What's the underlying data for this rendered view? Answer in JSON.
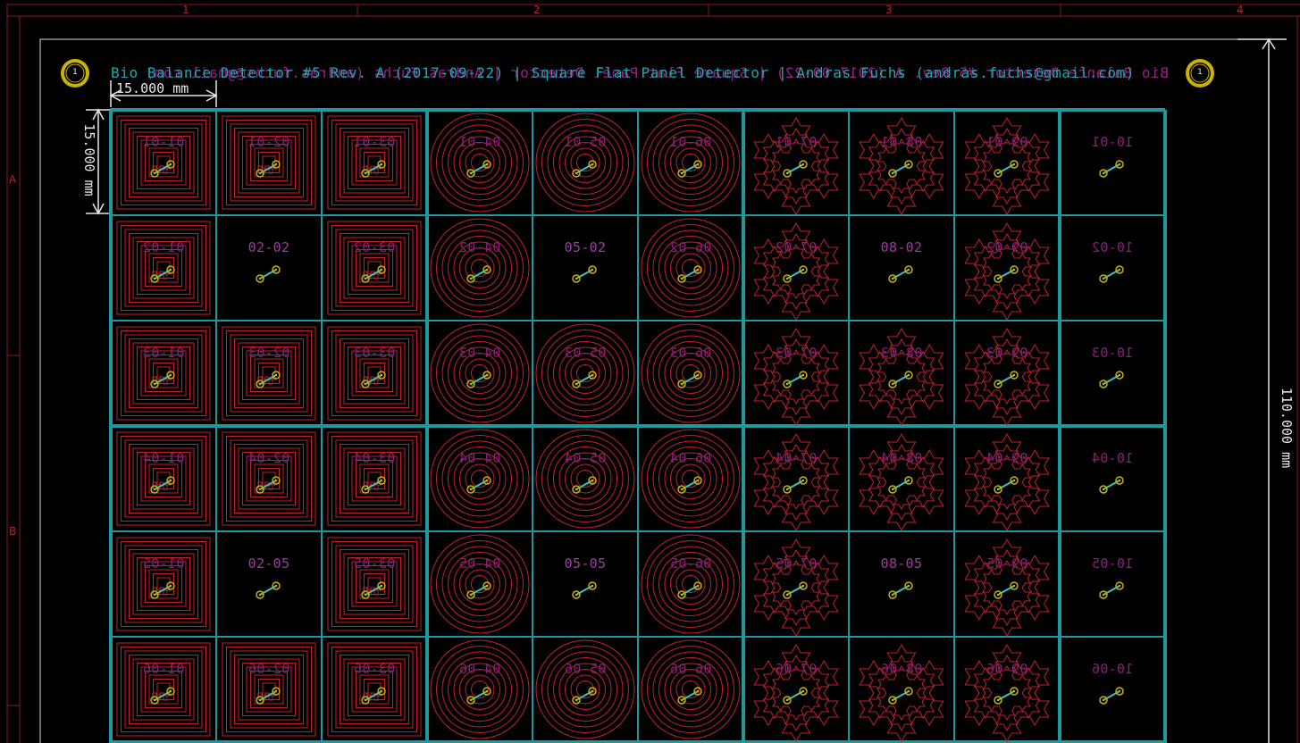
{
  "frame": {
    "columns": [
      "1",
      "2",
      "3",
      "4"
    ],
    "rows": [
      "A",
      "B"
    ]
  },
  "board": {
    "title": "Bio Balance Detector #5 Rev. A (2017-09-22) | Square Flat Panel Detector | Andras Fuchs (andras.fuchs@gmail.com)",
    "back_title": "Bio Balance Detector #5 Rev. A (2017-09-22) | Square Flat Panel Detector | Andras Fuchs (andras.fuchs@gmail.com)",
    "mounting_hole_label": "1",
    "dimension_pad": "15.000 mm",
    "dimension_height": "110.000 mm"
  },
  "grid": {
    "columns": 10,
    "rows": 6,
    "cells": [
      {
        "label": "01-01",
        "pattern": "square",
        "mirror": true
      },
      {
        "label": "02-01",
        "pattern": "square",
        "mirror": true
      },
      {
        "label": "03-01",
        "pattern": "square",
        "mirror": true
      },
      {
        "label": "04-01",
        "pattern": "circle",
        "mirror": true
      },
      {
        "label": "05-01",
        "pattern": "circle",
        "mirror": true
      },
      {
        "label": "06-01",
        "pattern": "circle",
        "mirror": true
      },
      {
        "label": "07-01",
        "pattern": "fractal",
        "mirror": true
      },
      {
        "label": "08-01",
        "pattern": "fractal",
        "mirror": true
      },
      {
        "label": "09-01",
        "pattern": "fractal",
        "mirror": true
      },
      {
        "label": "10-01",
        "pattern": "none",
        "mirror": true
      },
      {
        "label": "01-02",
        "pattern": "square",
        "mirror": true
      },
      {
        "label": "02-02",
        "pattern": "none",
        "mirror": false
      },
      {
        "label": "03-02",
        "pattern": "square",
        "mirror": true
      },
      {
        "label": "04-02",
        "pattern": "circle",
        "mirror": true
      },
      {
        "label": "05-02",
        "pattern": "none",
        "mirror": false
      },
      {
        "label": "06-02",
        "pattern": "circle",
        "mirror": true
      },
      {
        "label": "07-02",
        "pattern": "fractal",
        "mirror": true
      },
      {
        "label": "08-02",
        "pattern": "none",
        "mirror": false
      },
      {
        "label": "09-02",
        "pattern": "fractal",
        "mirror": true
      },
      {
        "label": "10-02",
        "pattern": "none",
        "mirror": true
      },
      {
        "label": "01-03",
        "pattern": "square",
        "mirror": true
      },
      {
        "label": "02-03",
        "pattern": "square",
        "mirror": true
      },
      {
        "label": "03-03",
        "pattern": "square",
        "mirror": true
      },
      {
        "label": "04-03",
        "pattern": "circle",
        "mirror": true
      },
      {
        "label": "05-03",
        "pattern": "circle",
        "mirror": true
      },
      {
        "label": "06-03",
        "pattern": "circle",
        "mirror": true
      },
      {
        "label": "07-03",
        "pattern": "fractal",
        "mirror": true
      },
      {
        "label": "08-03",
        "pattern": "fractal",
        "mirror": true
      },
      {
        "label": "09-03",
        "pattern": "fractal",
        "mirror": true
      },
      {
        "label": "10-03",
        "pattern": "none",
        "mirror": true
      },
      {
        "label": "01-04",
        "pattern": "square",
        "mirror": true
      },
      {
        "label": "02-04",
        "pattern": "square",
        "mirror": true
      },
      {
        "label": "03-04",
        "pattern": "square",
        "mirror": true
      },
      {
        "label": "04-04",
        "pattern": "circle",
        "mirror": true
      },
      {
        "label": "05-04",
        "pattern": "circle",
        "mirror": true
      },
      {
        "label": "06-04",
        "pattern": "circle",
        "mirror": true
      },
      {
        "label": "07-04",
        "pattern": "fractal",
        "mirror": true
      },
      {
        "label": "08-04",
        "pattern": "fractal",
        "mirror": true
      },
      {
        "label": "09-04",
        "pattern": "fractal",
        "mirror": true
      },
      {
        "label": "10-04",
        "pattern": "none",
        "mirror": true
      },
      {
        "label": "01-05",
        "pattern": "square",
        "mirror": true
      },
      {
        "label": "02-05",
        "pattern": "none",
        "mirror": false
      },
      {
        "label": "03-05",
        "pattern": "square",
        "mirror": true
      },
      {
        "label": "04-05",
        "pattern": "circle",
        "mirror": true
      },
      {
        "label": "05-05",
        "pattern": "none",
        "mirror": false
      },
      {
        "label": "06-05",
        "pattern": "circle",
        "mirror": true
      },
      {
        "label": "07-05",
        "pattern": "fractal",
        "mirror": true
      },
      {
        "label": "08-05",
        "pattern": "none",
        "mirror": false
      },
      {
        "label": "09-05",
        "pattern": "fractal",
        "mirror": true
      },
      {
        "label": "10-05",
        "pattern": "none",
        "mirror": true
      },
      {
        "label": "01-06",
        "pattern": "square",
        "mirror": true
      },
      {
        "label": "02-06",
        "pattern": "square",
        "mirror": true
      },
      {
        "label": "03-06",
        "pattern": "square",
        "mirror": true
      },
      {
        "label": "04-06",
        "pattern": "circle",
        "mirror": true
      },
      {
        "label": "05-06",
        "pattern": "circle",
        "mirror": true
      },
      {
        "label": "06-06",
        "pattern": "circle",
        "mirror": true
      },
      {
        "label": "07-06",
        "pattern": "fractal",
        "mirror": true
      },
      {
        "label": "08-06",
        "pattern": "fractal",
        "mirror": true
      },
      {
        "label": "09-06",
        "pattern": "fractal",
        "mirror": true
      },
      {
        "label": "10-06",
        "pattern": "none",
        "mirror": true
      }
    ]
  },
  "colors": {
    "background": "#000000",
    "copper": "#c2212b",
    "silk": "#a03aa4",
    "edge": "#1d9a9f",
    "pad": "#c8b400",
    "trace": "#3fc0c0",
    "dimension": "#e8e8e8"
  }
}
